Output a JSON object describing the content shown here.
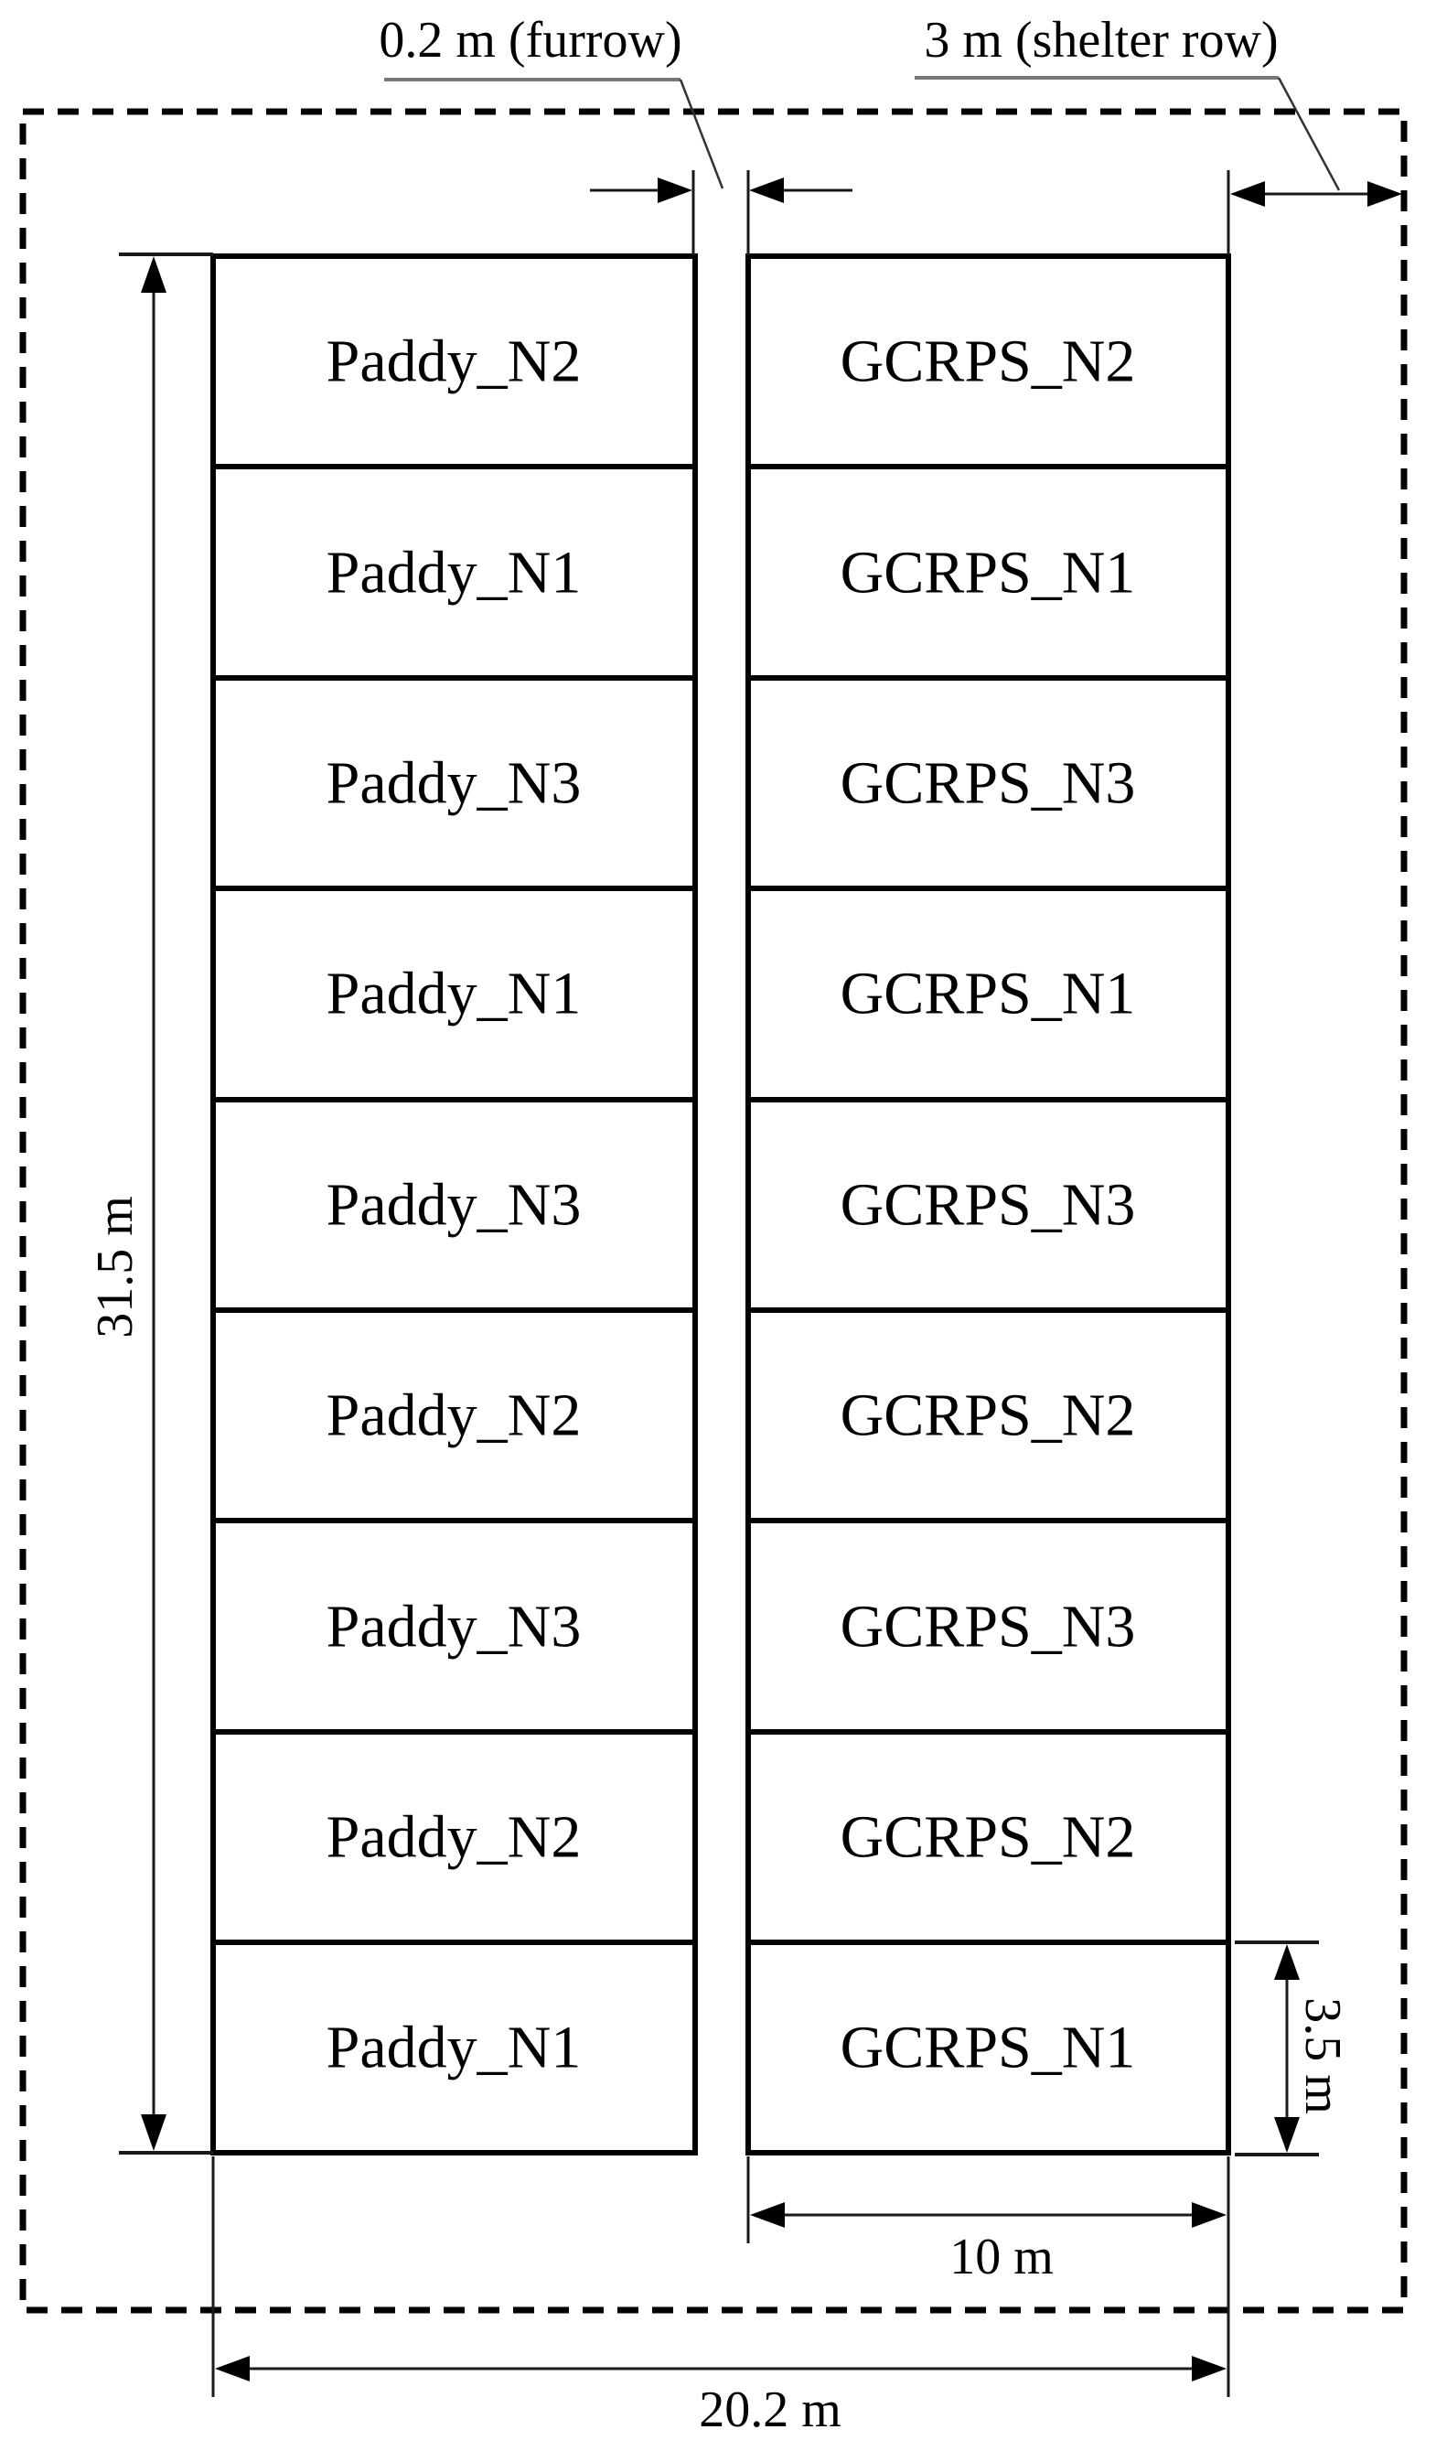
{
  "figure": {
    "description": "Experimental field plot layout diagram",
    "colors": {
      "line": "#000000",
      "background": "#ffffff"
    },
    "annotations": {
      "furrow": "0.2 m (furrow)",
      "shelter_row": "3 m (shelter row)",
      "total_height": "31.5 m",
      "plot_height": "3.5 m",
      "plot_width": "10 m",
      "total_width": "20.2 m"
    },
    "columns": {
      "left": {
        "plots": [
          "Paddy_N2",
          "Paddy_N1",
          "Paddy_N3",
          "Paddy_N1",
          "Paddy_N3",
          "Paddy_N2",
          "Paddy_N3",
          "Paddy_N2",
          "Paddy_N1"
        ]
      },
      "right": {
        "plots": [
          "GCRPS_N2",
          "GCRPS_N1",
          "GCRPS_N3",
          "GCRPS_N1",
          "GCRPS_N3",
          "GCRPS_N2",
          "GCRPS_N3",
          "GCRPS_N2",
          "GCRPS_N1"
        ]
      }
    }
  }
}
